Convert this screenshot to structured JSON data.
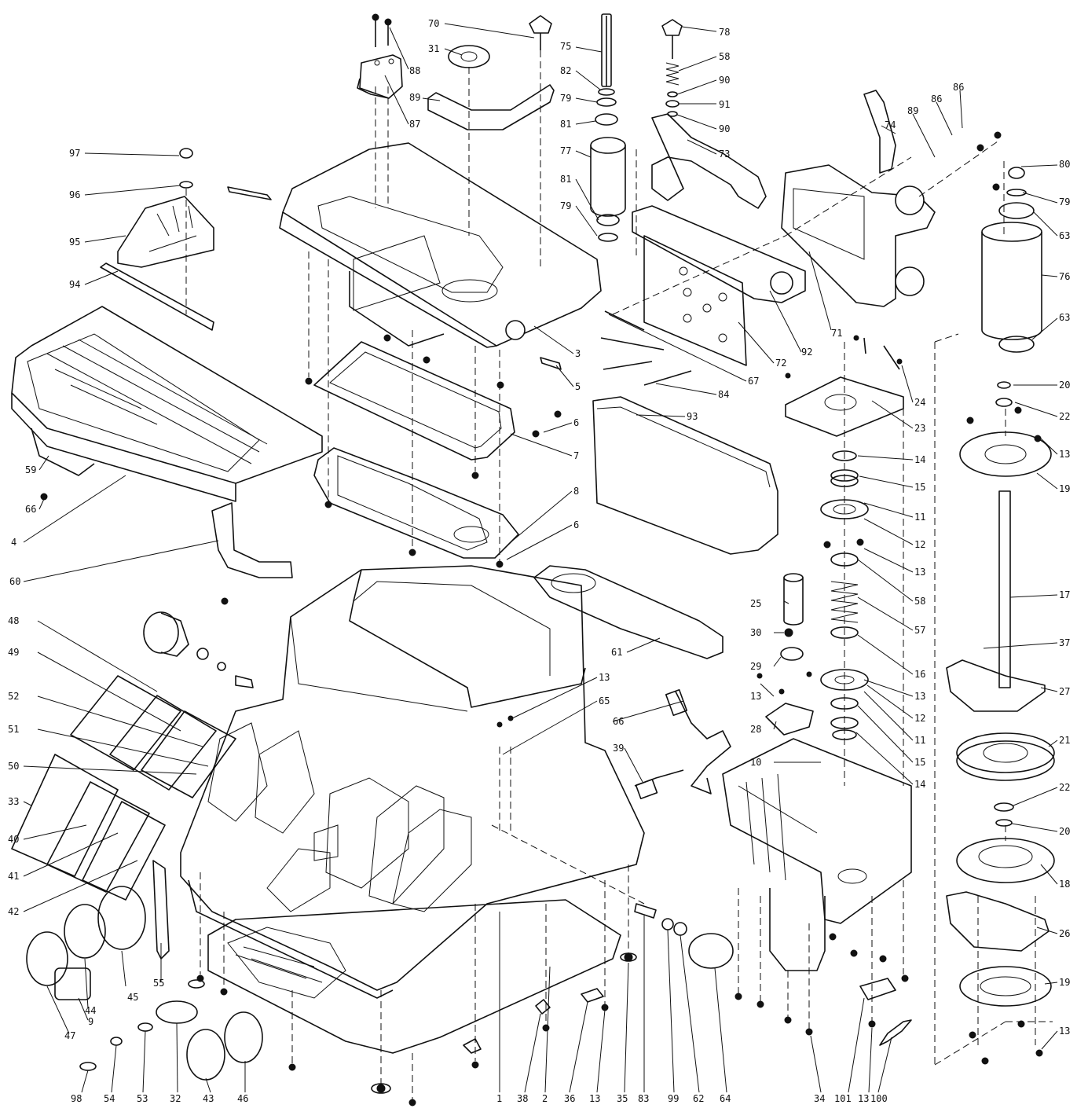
{
  "diagram": {
    "type": "exploded-parts-view",
    "callouts": [
      {
        "id": "p70",
        "label": "70"
      },
      {
        "id": "p31",
        "label": "31"
      },
      {
        "id": "p88",
        "label": "88"
      },
      {
        "id": "p87",
        "label": "87"
      },
      {
        "id": "p89a",
        "label": "89"
      },
      {
        "id": "p75",
        "label": "75"
      },
      {
        "id": "p82",
        "label": "82"
      },
      {
        "id": "p79a",
        "label": "79"
      },
      {
        "id": "p81a",
        "label": "81"
      },
      {
        "id": "p77",
        "label": "77"
      },
      {
        "id": "p81b",
        "label": "81"
      },
      {
        "id": "p79b",
        "label": "79"
      },
      {
        "id": "p78",
        "label": "78"
      },
      {
        "id": "p58a",
        "label": "58"
      },
      {
        "id": "p90a",
        "label": "90"
      },
      {
        "id": "p91",
        "label": "91"
      },
      {
        "id": "p90b",
        "label": "90"
      },
      {
        "id": "p73",
        "label": "73"
      },
      {
        "id": "p86a",
        "label": "86"
      },
      {
        "id": "p86b",
        "label": "86"
      },
      {
        "id": "p89b",
        "label": "89"
      },
      {
        "id": "p74",
        "label": "74"
      },
      {
        "id": "p80",
        "label": "80"
      },
      {
        "id": "p79c",
        "label": "79"
      },
      {
        "id": "p63a",
        "label": "63"
      },
      {
        "id": "p76",
        "label": "76"
      },
      {
        "id": "p63b",
        "label": "63"
      },
      {
        "id": "p97",
        "label": "97"
      },
      {
        "id": "p96",
        "label": "96"
      },
      {
        "id": "p95",
        "label": "95"
      },
      {
        "id": "p94",
        "label": "94"
      },
      {
        "id": "p3",
        "label": "3"
      },
      {
        "id": "p5",
        "label": "5"
      },
      {
        "id": "p6a",
        "label": "6"
      },
      {
        "id": "p7",
        "label": "7"
      },
      {
        "id": "p8",
        "label": "8"
      },
      {
        "id": "p6b",
        "label": "6"
      },
      {
        "id": "p92",
        "label": "92"
      },
      {
        "id": "p71",
        "label": "71"
      },
      {
        "id": "p72",
        "label": "72"
      },
      {
        "id": "p67",
        "label": "67"
      },
      {
        "id": "p84",
        "label": "84"
      },
      {
        "id": "p93",
        "label": "93"
      },
      {
        "id": "p24",
        "label": "24"
      },
      {
        "id": "p23",
        "label": "23"
      },
      {
        "id": "p20a",
        "label": "20"
      },
      {
        "id": "p22a",
        "label": "22"
      },
      {
        "id": "p13a",
        "label": "13"
      },
      {
        "id": "p19a",
        "label": "19"
      },
      {
        "id": "p14a",
        "label": "14"
      },
      {
        "id": "p15a",
        "label": "15"
      },
      {
        "id": "p11a",
        "label": "11"
      },
      {
        "id": "p12a",
        "label": "12"
      },
      {
        "id": "p13b",
        "label": "13"
      },
      {
        "id": "p58b",
        "label": "58"
      },
      {
        "id": "p57",
        "label": "57"
      },
      {
        "id": "p16",
        "label": "16"
      },
      {
        "id": "p13c",
        "label": "13"
      },
      {
        "id": "p12b",
        "label": "12"
      },
      {
        "id": "p11b",
        "label": "11"
      },
      {
        "id": "p15b",
        "label": "15"
      },
      {
        "id": "p14b",
        "label": "14"
      },
      {
        "id": "p17",
        "label": "17"
      },
      {
        "id": "p37",
        "label": "37"
      },
      {
        "id": "p27",
        "label": "27"
      },
      {
        "id": "p21",
        "label": "21"
      },
      {
        "id": "p22b",
        "label": "22"
      },
      {
        "id": "p20b",
        "label": "20"
      },
      {
        "id": "p18",
        "label": "18"
      },
      {
        "id": "p26",
        "label": "26"
      },
      {
        "id": "p19b",
        "label": "19"
      },
      {
        "id": "p13d",
        "label": "13"
      },
      {
        "id": "p59",
        "label": "59"
      },
      {
        "id": "p66",
        "label": "66"
      },
      {
        "id": "p4",
        "label": "4"
      },
      {
        "id": "p60",
        "label": "60"
      },
      {
        "id": "p61",
        "label": "61"
      },
      {
        "id": "p25",
        "label": "25"
      },
      {
        "id": "p30",
        "label": "30"
      },
      {
        "id": "p29",
        "label": "29"
      },
      {
        "id": "p13e",
        "label": "13"
      },
      {
        "id": "p28",
        "label": "28"
      },
      {
        "id": "p10",
        "label": "10"
      },
      {
        "id": "p48",
        "label": "48"
      },
      {
        "id": "p49",
        "label": "49"
      },
      {
        "id": "p52",
        "label": "52"
      },
      {
        "id": "p51",
        "label": "51"
      },
      {
        "id": "p50",
        "label": "50"
      },
      {
        "id": "p33",
        "label": "33"
      },
      {
        "id": "p40",
        "label": "40"
      },
      {
        "id": "p41",
        "label": "41"
      },
      {
        "id": "p42",
        "label": "42"
      },
      {
        "id": "p13f",
        "label": "13"
      },
      {
        "id": "p65",
        "label": "65"
      },
      {
        "id": "p66b",
        "label": "66"
      },
      {
        "id": "p39",
        "label": "39"
      },
      {
        "id": "p45",
        "label": "45"
      },
      {
        "id": "p55",
        "label": "55"
      },
      {
        "id": "p44",
        "label": "44"
      },
      {
        "id": "p47",
        "label": "47"
      },
      {
        "id": "p9",
        "label": "9"
      },
      {
        "id": "p98",
        "label": "98"
      },
      {
        "id": "p54",
        "label": "54"
      },
      {
        "id": "p53",
        "label": "53"
      },
      {
        "id": "p32",
        "label": "32"
      },
      {
        "id": "p43",
        "label": "43"
      },
      {
        "id": "p46",
        "label": "46"
      },
      {
        "id": "p1",
        "label": "1"
      },
      {
        "id": "p38",
        "label": "38"
      },
      {
        "id": "p2",
        "label": "2"
      },
      {
        "id": "p36",
        "label": "36"
      },
      {
        "id": "p13g",
        "label": "13"
      },
      {
        "id": "p35",
        "label": "35"
      },
      {
        "id": "p83",
        "label": "83"
      },
      {
        "id": "p99",
        "label": "99"
      },
      {
        "id": "p62",
        "label": "62"
      },
      {
        "id": "p64",
        "label": "64"
      },
      {
        "id": "p34",
        "label": "34"
      },
      {
        "id": "p101",
        "label": "101"
      },
      {
        "id": "p13h",
        "label": "13"
      },
      {
        "id": "p100",
        "label": "100"
      }
    ]
  }
}
